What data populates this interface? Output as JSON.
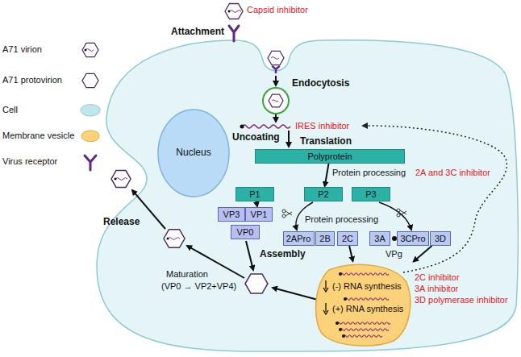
{
  "diagram": {
    "nodes": [
      {
        "text": [
          "Nucleus"
        ]
      },
      {
        "text": [
          "Polyprotein"
        ]
      },
      {
        "text": [
          "P1"
        ]
      },
      {
        "text": [
          "P2"
        ]
      },
      {
        "text": [
          "P3"
        ]
      },
      {
        "text": [
          "VP3"
        ]
      },
      {
        "text": [
          "VP1"
        ]
      },
      {
        "text": [
          "VP0"
        ]
      },
      {
        "text": [
          "2APro"
        ]
      },
      {
        "text": [
          "2B"
        ]
      },
      {
        "text": [
          "2C"
        ]
      },
      {
        "text": [
          "3A"
        ]
      },
      {
        "text": [
          "3CPro"
        ]
      },
      {
        "text": [
          "3D"
        ]
      },
      {
        "text": [
          "(-) RNA synthesis",
          "(+) RNA synthesis"
        ]
      }
    ],
    "edges": [
      {
        "from": 1,
        "to": 3,
        "arrow": "to"
      },
      {
        "from": 2,
        "to": 6,
        "arrow": "to"
      },
      {
        "from": 10,
        "to": 14,
        "arrow": "to"
      },
      {
        "from": 13,
        "to": 14,
        "arrow": "to"
      }
    ],
    "labels": [
      "Capsid inhibitor",
      "Attachment",
      "Endocytosis",
      "Uncoating",
      "IRES inhibitor",
      "Translation",
      "Protein processing",
      "2A and 3C inhibitor",
      "Protein processing",
      "VPg",
      "Assembly",
      "Release",
      "Maturation",
      "(VP0 → VP2+VP4)",
      "2C inhibitor",
      "3A inhibitor",
      "3D polymerase inhibitor"
    ],
    "legend": [
      {
        "text": "A71 virion"
      },
      {
        "text": "A71 protovirion"
      },
      {
        "text": "Cell"
      },
      {
        "text": "Membrane vesicle"
      },
      {
        "text": "Virus receptor"
      }
    ]
  }
}
